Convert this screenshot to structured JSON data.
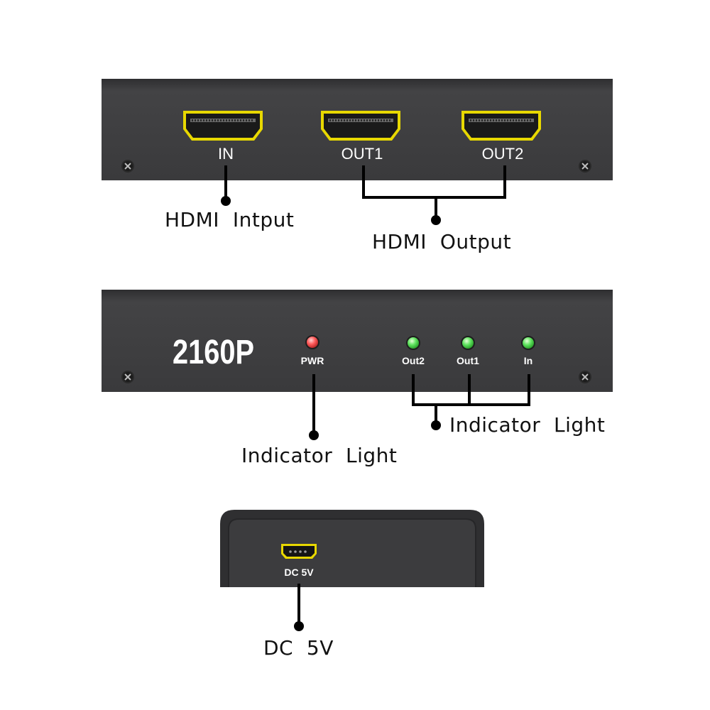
{
  "panel_back": {
    "ports": [
      {
        "id": "in",
        "label": "IN"
      },
      {
        "id": "out1",
        "label": "OUT1"
      },
      {
        "id": "out2",
        "label": "OUT2"
      }
    ],
    "callout_input": "HDMI  Intput",
    "callout_output": "HDMI  Output"
  },
  "panel_front": {
    "model": "2160P",
    "leds": [
      {
        "id": "pwr",
        "label": "PWR",
        "color": "#e0303a"
      },
      {
        "id": "out2",
        "label": "Out2",
        "color": "#3dcc3d"
      },
      {
        "id": "out1",
        "label": "Out1",
        "color": "#3dcc3d"
      },
      {
        "id": "in",
        "label": "In",
        "color": "#3dcc3d"
      }
    ],
    "callout_power": "Indicator  Light",
    "callout_status": "Indicator  Light"
  },
  "panel_side": {
    "port_label": "DC 5V",
    "callout": "DC  5V"
  },
  "colors": {
    "panel": "#3c3c3e",
    "hdmi_rim": "#e8d800"
  }
}
